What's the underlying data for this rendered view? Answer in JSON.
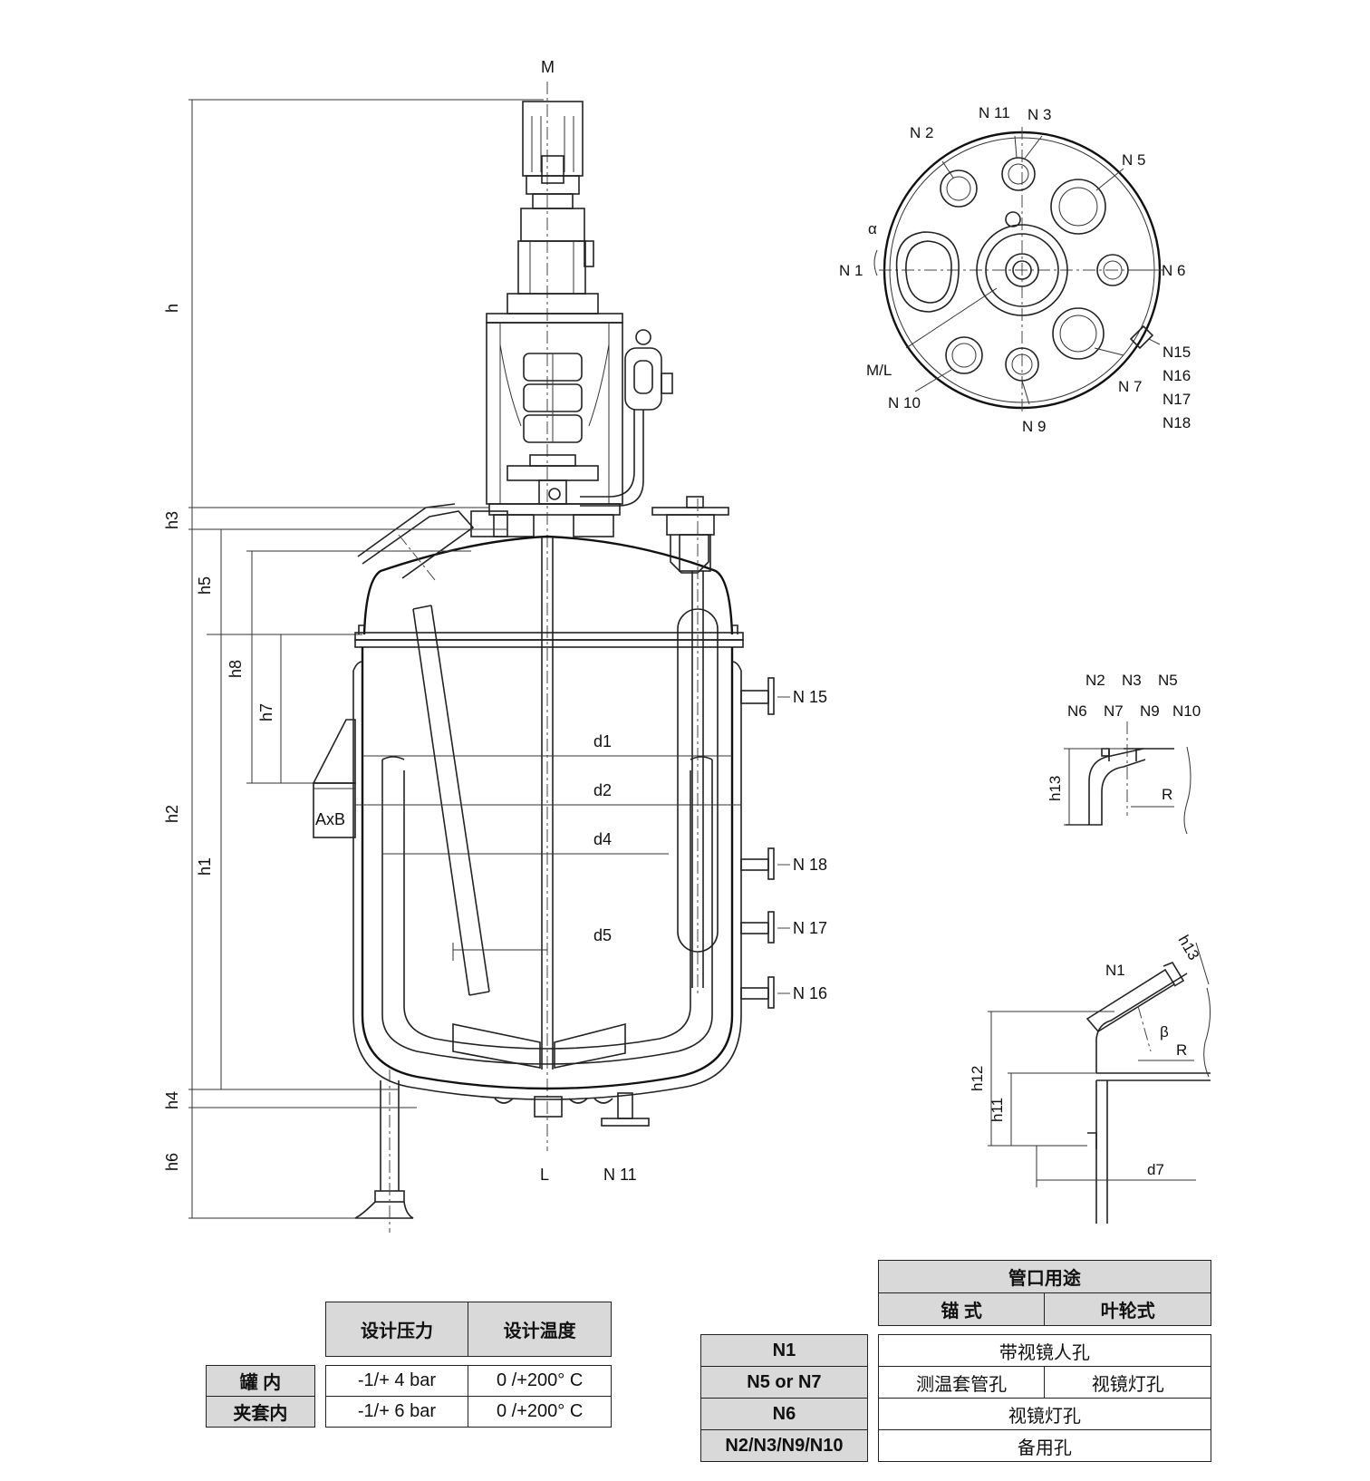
{
  "main_view": {
    "top_label": "M",
    "bottom_labels": [
      "L",
      "N 11"
    ],
    "nozzle_labels": [
      "N 15",
      "N 18",
      "N 17",
      "N 16"
    ],
    "diameter_labels": [
      "d1",
      "d2",
      "d4",
      "d5"
    ],
    "height_labels_outer": [
      "h",
      "h3",
      "h2",
      "h4",
      "h6"
    ],
    "height_labels_inner": [
      "h5",
      "h1",
      "h8",
      "h7"
    ],
    "lug_label": "AxB"
  },
  "top_view": {
    "labels": [
      "N 11",
      "N 3",
      "N 2",
      "N 5",
      "N 1",
      "N 6",
      "M/L",
      "N 10",
      "N 7",
      "N 9",
      "N15",
      "N16",
      "N17",
      "N18"
    ],
    "angle_symbol": "α"
  },
  "detail_nozzle": {
    "title_row1": [
      "N2",
      "N3",
      "N5"
    ],
    "title_row2": [
      "N6",
      "N7",
      "N9",
      "N10"
    ],
    "height_label": "h13",
    "radius_label": "R"
  },
  "detail_manhole": {
    "nozzle_label": "N1",
    "labels": [
      "h13",
      "β",
      "R",
      "h12",
      "h11",
      "d7"
    ]
  },
  "design_table": {
    "col_headers": [
      "设计压力",
      "设计温度"
    ],
    "rows": [
      {
        "label": "罐 内",
        "pressure": "-1/+ 4 bar",
        "temperature": "0 /+200° C"
      },
      {
        "label": "夹套内",
        "pressure": "-1/+ 6 bar",
        "temperature": "0 /+200° C"
      }
    ]
  },
  "nozzle_table": {
    "title": "管口用途",
    "subheaders": [
      "锚 式",
      "叶轮式"
    ],
    "rows": [
      {
        "nozzle": "N1",
        "usage": "带视镜人孔"
      },
      {
        "nozzle": "N5 or N7",
        "usage_anchor": "测温套管孔",
        "usage_impeller": "视镜灯孔"
      },
      {
        "nozzle": "N6",
        "usage": "视镜灯孔"
      },
      {
        "nozzle": "N2/N3/N9/N10",
        "usage": "备用孔"
      }
    ]
  }
}
